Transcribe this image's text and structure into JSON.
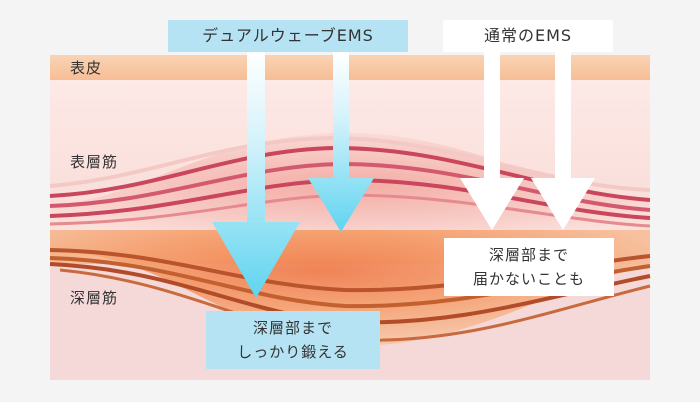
{
  "layers": {
    "epidermis": "表皮",
    "superficial_muscle": "表層筋",
    "deep_muscle": "深層筋"
  },
  "dual_ems": {
    "title": "デュアルウェーブEMS",
    "caption_line1": "深層部まで",
    "caption_line2": "しっかり鍛える"
  },
  "normal_ems": {
    "title": "通常のEMS",
    "caption_line1": "深層部まで",
    "caption_line2": "届かないことも"
  },
  "colors": {
    "epidermis": "#f8c9a4",
    "dermis": "#fbe1dd",
    "deep_band": "#f7a979",
    "lower_tissue": "#f3d7d6",
    "muscle_line": "#c8445a",
    "deep_line": "#c0552e",
    "arrow_blue": "#8fdff1"
  }
}
